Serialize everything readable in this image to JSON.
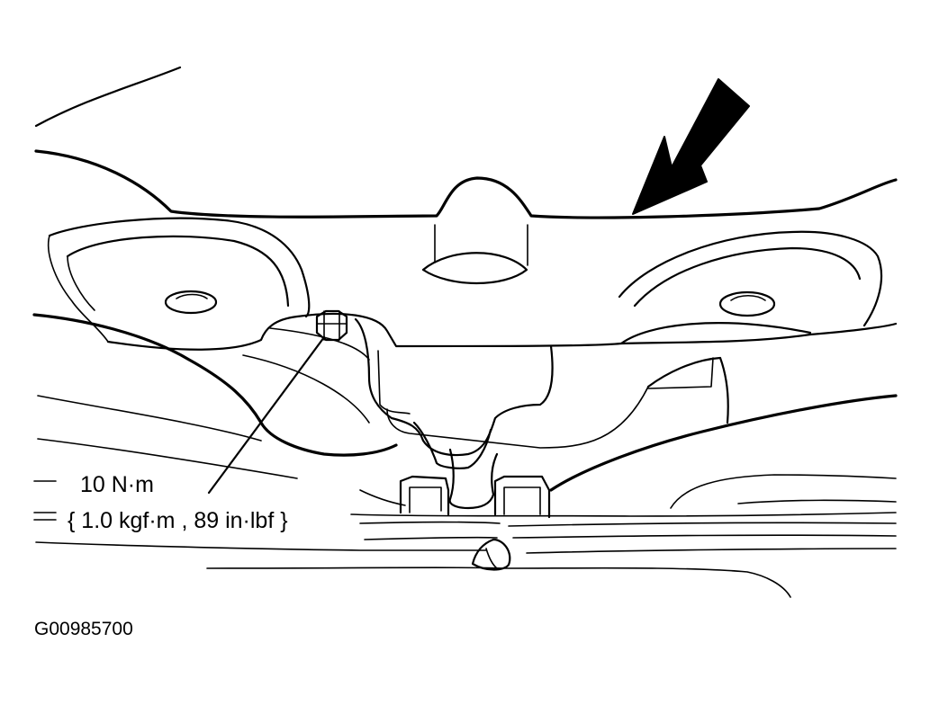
{
  "diagram": {
    "torque_primary": "10 N·m",
    "torque_alternate": "{ 1.0 kgf·m , 89 in·lbf }",
    "figure_id": "G00985700",
    "colors": {
      "ink": "#000000",
      "background": "#ffffff"
    },
    "icons": [
      "indicator-arrow-icon",
      "bolt-icon"
    ]
  }
}
